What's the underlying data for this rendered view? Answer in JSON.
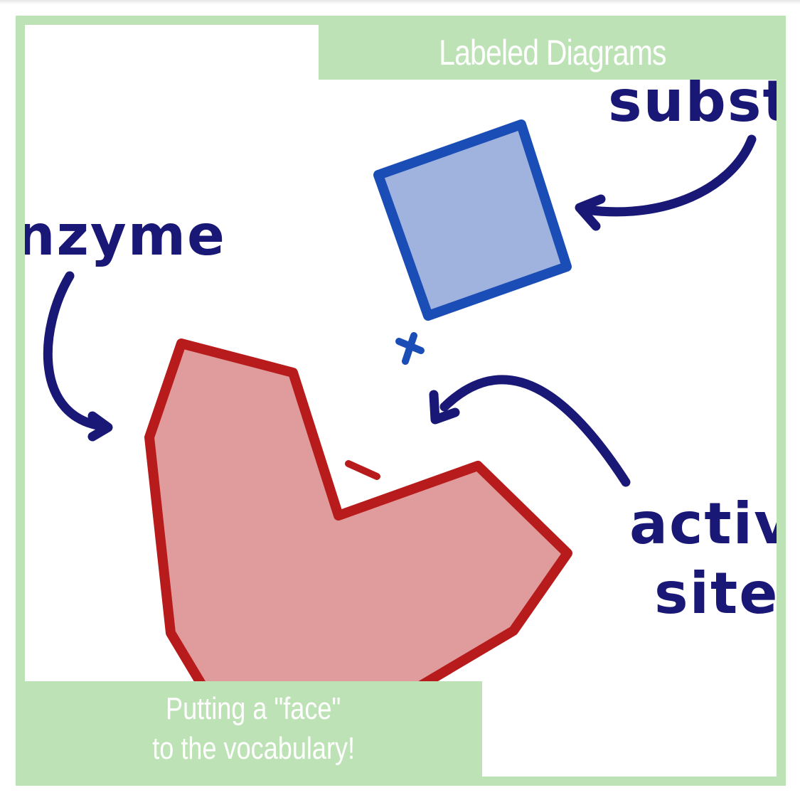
{
  "header": {
    "title": "Labeled Diagrams"
  },
  "footer": {
    "line1": "Putting a \"face\"",
    "line2": "to the vocabulary!"
  },
  "diagram": {
    "labels": {
      "enzyme": "nzyme",
      "substrate": "substr",
      "active_line1": "active",
      "active_line2": "site"
    }
  },
  "colors": {
    "frame": "#bde2b5",
    "ink": "#1a1877",
    "enzyme_fill": "#e09c9c",
    "enzyme_stroke": "#b81b1b",
    "substrate_fill": "#a0b3df",
    "substrate_stroke": "#1a4db5"
  }
}
